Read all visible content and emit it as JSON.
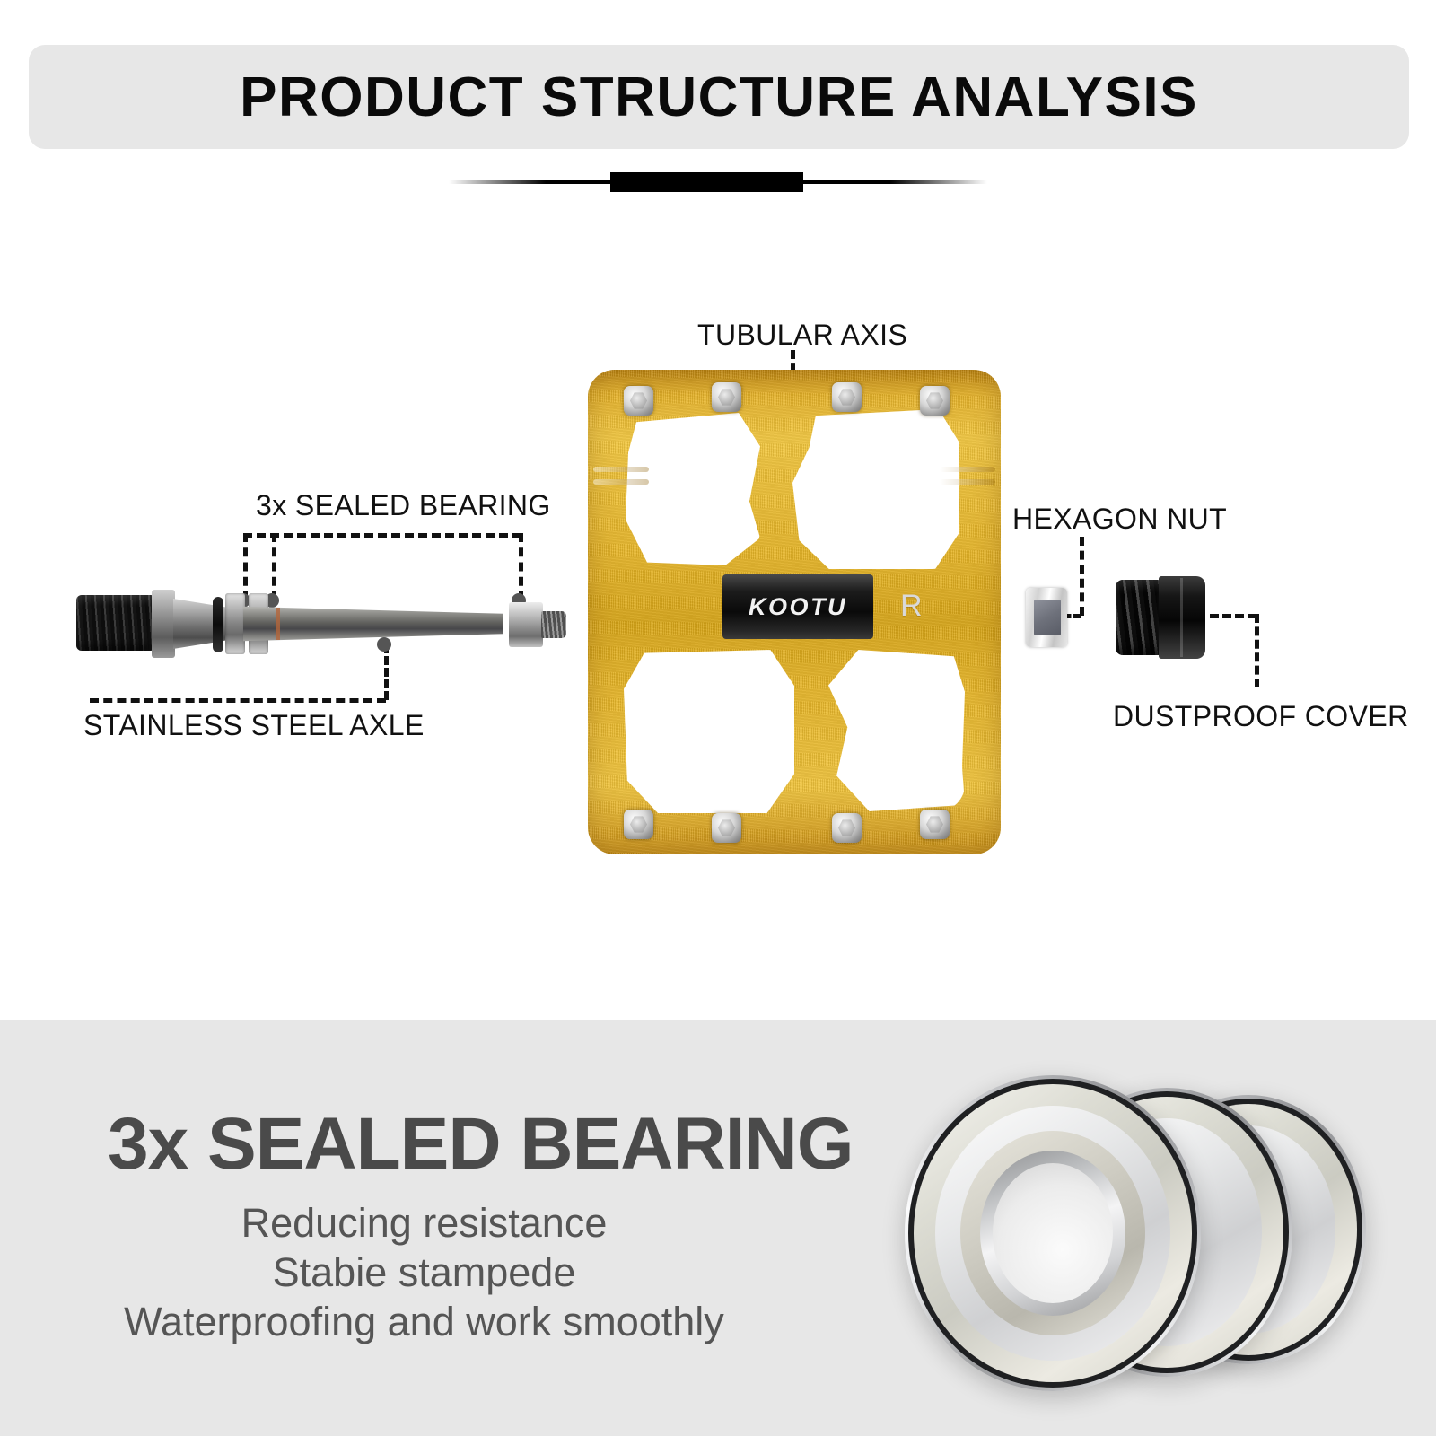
{
  "header": {
    "title": "PRODUCT STRUCTURE ANALYSIS"
  },
  "diagram": {
    "labels": {
      "tubular_axis": "TUBULAR AXIS",
      "sealed_bearing": "3x SEALED BEARING",
      "stainless_steel_axle": "STAINLESS STEEL AXLE",
      "hexagon_nut": "HEXAGON NUT",
      "dustproof_cover": "DUSTPROOF COVER"
    },
    "pedal": {
      "brand_logo": "KOOTU",
      "side_marking": "R",
      "body_color": "#e9b728",
      "axis_bar_color": "#0a0a0a",
      "bolt_count": 8
    },
    "parts": {
      "axle_name": "stainless-steel-axle",
      "bearing_count": 3,
      "hexagon_nut_color": "#d2d2d2",
      "dustproof_cover_color": "#0d0d0d"
    }
  },
  "feature": {
    "heading": "3x SEALED BEARING",
    "lines": [
      "Reducing resistance",
      "Stabie stampede",
      "Waterproofing and work smoothly"
    ],
    "bearing_count": 3,
    "panel_color": "#e7e7e7",
    "heading_color": "#4a4a4a",
    "text_color": "#555555"
  }
}
